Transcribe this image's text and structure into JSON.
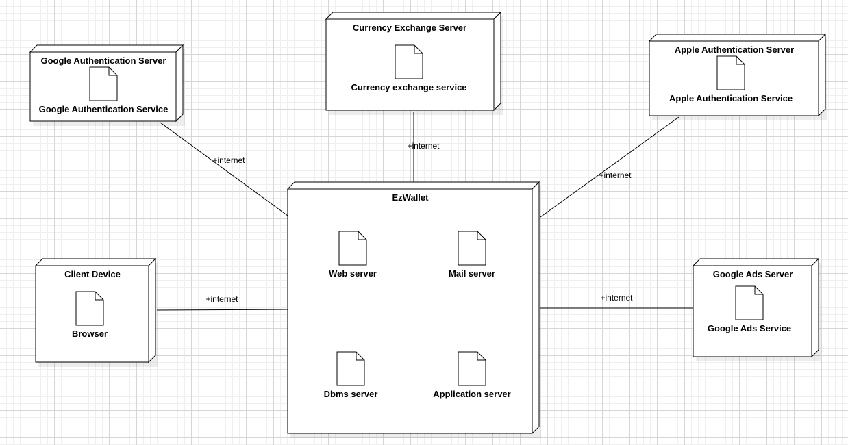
{
  "nodes": {
    "google_auth_server": {
      "title": "Google Authentication Server",
      "artifacts": [
        {
          "label": "Google Authentication Service"
        }
      ]
    },
    "currency_exchange_server": {
      "title": "Currency Exchange Server",
      "artifacts": [
        {
          "label": "Currency exchange service"
        }
      ]
    },
    "apple_auth_server": {
      "title": "Apple Authentication Server",
      "artifacts": [
        {
          "label": "Apple Authentication Service"
        }
      ]
    },
    "ezwallet": {
      "title": "EzWallet",
      "artifacts": [
        {
          "label": "Web server"
        },
        {
          "label": "Mail server"
        },
        {
          "label": "Dbms server"
        },
        {
          "label": "Application server"
        }
      ]
    },
    "client_device": {
      "title": "Client Device",
      "artifacts": [
        {
          "label": "Browser"
        }
      ]
    },
    "google_ads_server": {
      "title": "Google Ads Server",
      "artifacts": [
        {
          "label": "Google Ads Service"
        }
      ]
    }
  },
  "connections": [
    {
      "label": "+internet"
    },
    {
      "label": "+internet"
    },
    {
      "label": "+internet"
    },
    {
      "label": "+internet"
    },
    {
      "label": "+internet"
    }
  ]
}
